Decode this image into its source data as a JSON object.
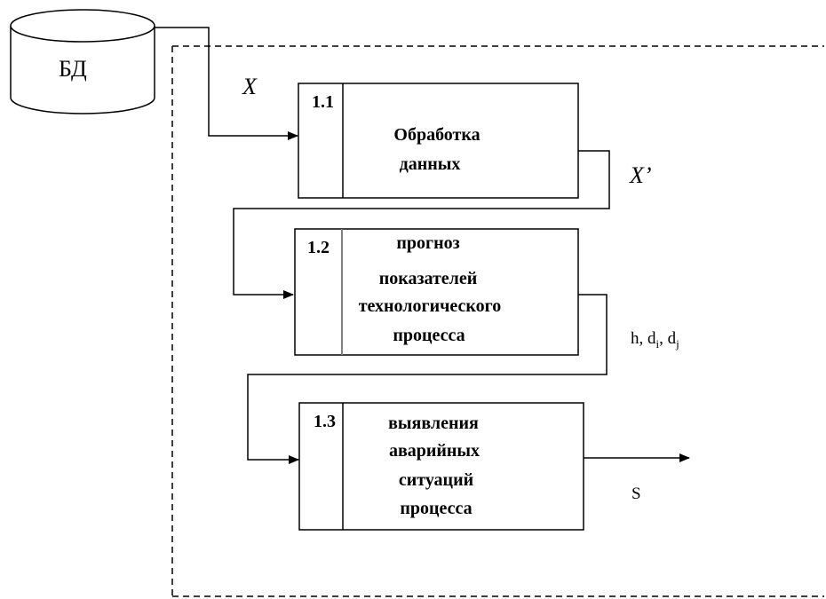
{
  "database": {
    "label": "БД"
  },
  "flows": {
    "x": "X",
    "x_prime": "X’",
    "h_d": {
      "h": "h, d",
      "sub_i": "i",
      "sep": ", d",
      "sub_j": "j"
    },
    "s": "S"
  },
  "blocks": [
    {
      "number": "1.1",
      "lines": [
        "Обработка",
        "данных"
      ]
    },
    {
      "number": "1.2",
      "lines": [
        "прогноз",
        "показателей",
        "технологического",
        "процесса"
      ]
    },
    {
      "number": "1.3",
      "lines": [
        "выявления",
        "аварийных",
        "ситуаций",
        "процесса"
      ]
    }
  ],
  "colors": {
    "line": "#000000",
    "divider_gray": "#808080",
    "background": "#ffffff"
  }
}
